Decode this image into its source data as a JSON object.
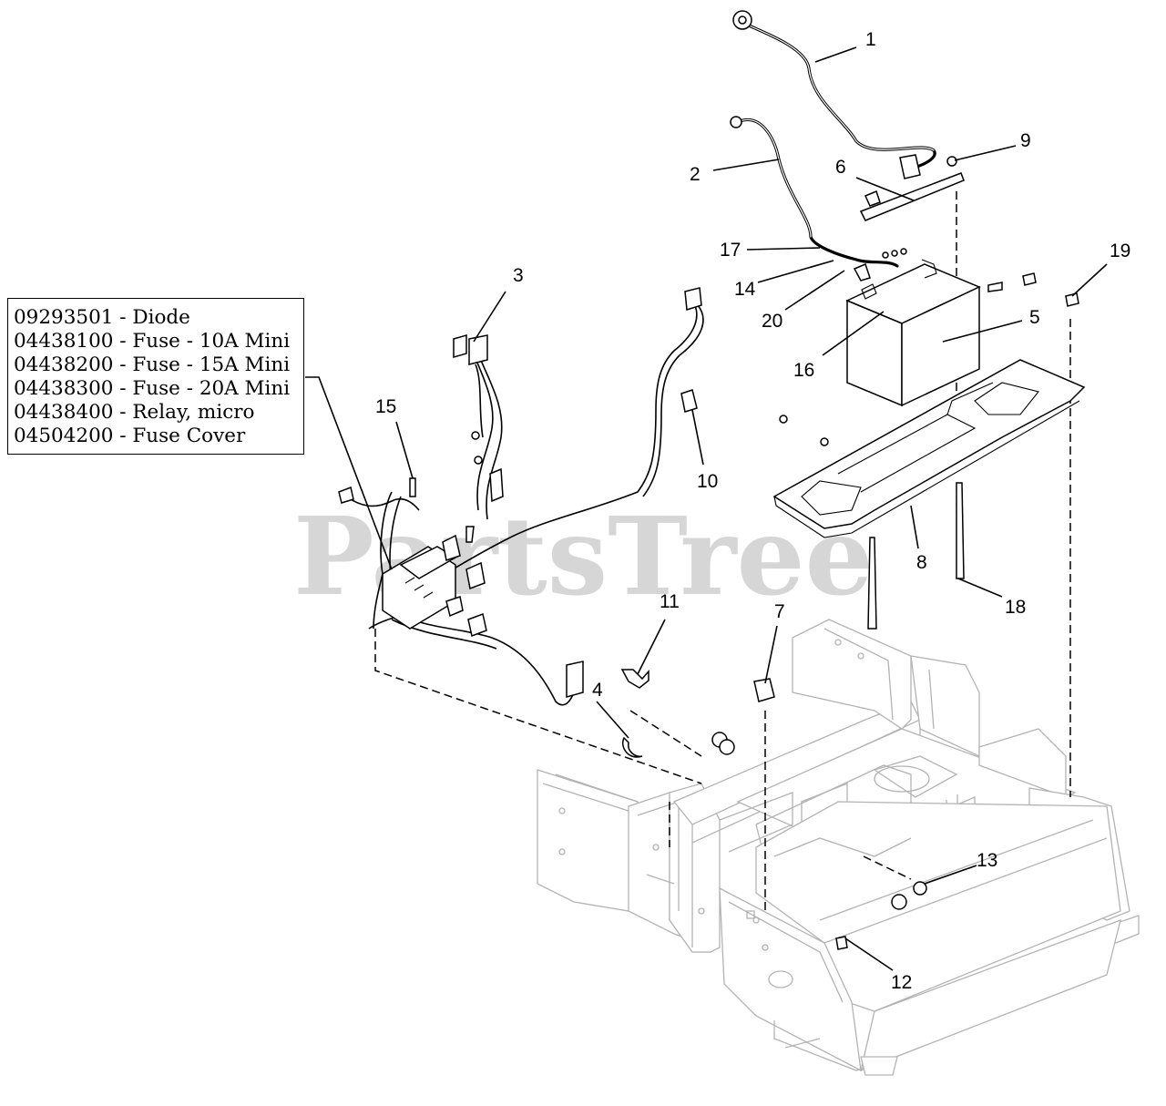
{
  "watermark": "PartsTree",
  "legend": [
    "09293501 - Diode",
    "04438100 - Fuse - 10A Mini",
    "04438200 - Fuse - 15A Mini",
    "04438300 - Fuse - 20A Mini",
    "04438400 - Relay, micro",
    "04504200 - Fuse Cover"
  ],
  "callouts": {
    "c1": "1",
    "c2": "2",
    "c3": "3",
    "c4": "4",
    "c5": "5",
    "c6": "6",
    "c7": "7",
    "c8": "8",
    "c9": "9",
    "c10": "10",
    "c11": "11",
    "c12": "12",
    "c13": "13",
    "c14": "14",
    "c15": "15",
    "c16": "16",
    "c17": "17",
    "c18": "18",
    "c19": "19",
    "c20": "20"
  }
}
